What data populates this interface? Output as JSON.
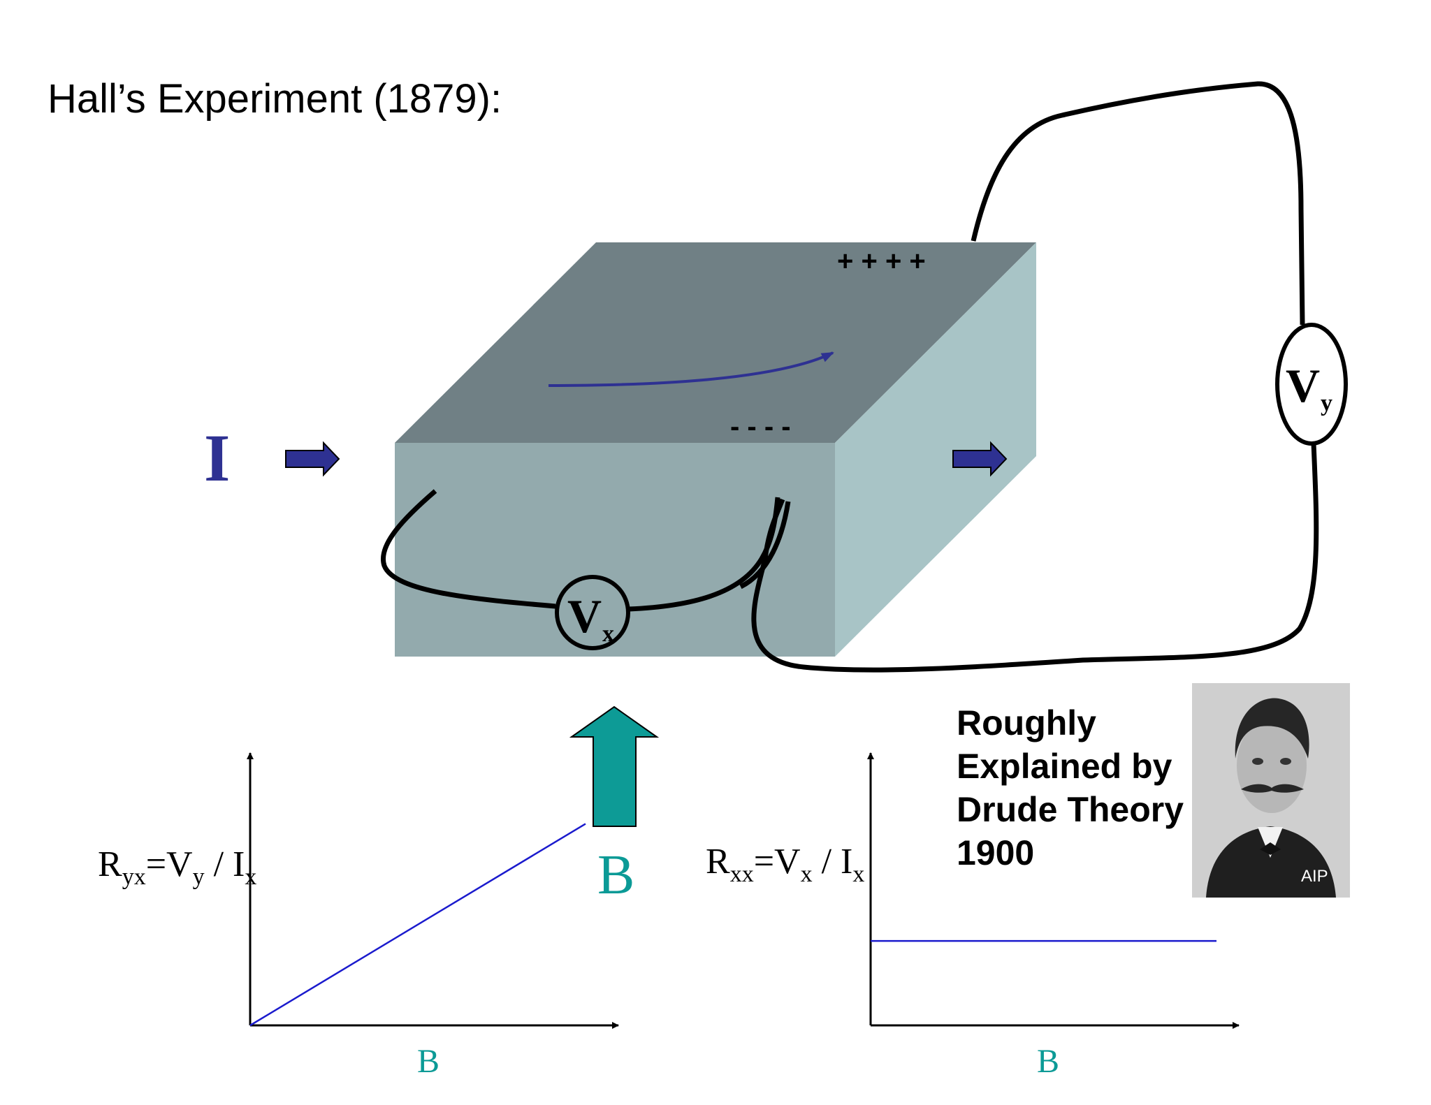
{
  "title": "Hall’s Experiment (1879):",
  "current_label": "I",
  "field_label": "B",
  "plus_charges": "+ + + +",
  "minus_charges": "- - - -",
  "voltmeter_x": {
    "main": "V",
    "sub": "x"
  },
  "voltmeter_y": {
    "main": "V",
    "sub": "y"
  },
  "drude_text": [
    "Roughly",
    "Explained by",
    "Drude Theory",
    "1900"
  ],
  "portrait_watermark": "AIP",
  "colors": {
    "box_top": "#708085",
    "box_front": "#93aaad",
    "box_side": "#a8c4c6",
    "current_arrow": "#2e3192",
    "field_arrow": "#0d9b96",
    "label_teal": "#0b9a96",
    "plot_line": "#1a1acd",
    "electron_path": "#2e3192"
  },
  "plot_left": {
    "ylabel": {
      "R": "R",
      "Rsub": "yx",
      "eq": "=V",
      "Vsub": "y",
      "div": " / I",
      "Isub": "x"
    },
    "xlabel": "B"
  },
  "plot_right": {
    "ylabel": {
      "R": "R",
      "Rsub": "xx",
      "eq": "=V",
      "Vsub": "x",
      "div": " / I",
      "Isub": "x"
    },
    "xlabel": "B"
  },
  "chart_data": [
    {
      "type": "line",
      "title": "",
      "xlabel": "B",
      "ylabel": "Ryx=Vy / Ix",
      "series": [
        {
          "x": [
            0,
            1
          ],
          "values": [
            0,
            0.74
          ]
        }
      ],
      "xlim": [
        0,
        1
      ],
      "ylim": [
        0,
        1
      ],
      "grid": false
    },
    {
      "type": "line",
      "title": "",
      "xlabel": "B",
      "ylabel": "Rxx=Vx / Ix",
      "series": [
        {
          "x": [
            0,
            1
          ],
          "values": [
            0.31,
            0.31
          ]
        }
      ],
      "xlim": [
        0,
        1
      ],
      "ylim": [
        0,
        1
      ],
      "grid": false
    }
  ]
}
